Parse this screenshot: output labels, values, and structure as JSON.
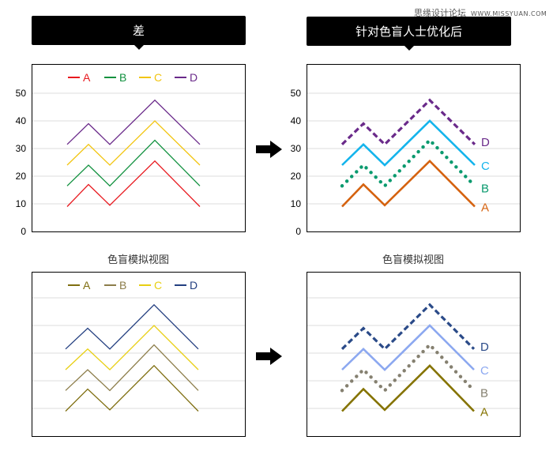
{
  "banners": {
    "left": "差",
    "right": "针对色盲人士优化后"
  },
  "watermark": {
    "site_name": "思缘设计论坛",
    "url": "WWW.MISSYUAN.COM"
  },
  "subtitles": {
    "bottom_left": "色盲模拟视图",
    "bottom_right": "色盲模拟视图"
  },
  "arrows": [
    "right-arrow",
    "right-arrow"
  ],
  "chart_data": [
    {
      "id": "top-left",
      "type": "line",
      "title": "差",
      "x": [
        1,
        2,
        3,
        4,
        5
      ],
      "ylim": [
        0,
        50
      ],
      "yticks": [
        0,
        10,
        20,
        30,
        40,
        50
      ],
      "grid": true,
      "legend_position": "top",
      "series": [
        {
          "name": "A",
          "color": "#e8191f",
          "style": "solid",
          "values": [
            9,
            17,
            9.5,
            25.5,
            9
          ]
        },
        {
          "name": "B",
          "color": "#11913f",
          "style": "solid",
          "values": [
            16.5,
            24,
            16.5,
            33,
            16.5
          ]
        },
        {
          "name": "C",
          "color": "#f2c511",
          "style": "solid",
          "values": [
            24,
            31.5,
            24,
            40,
            24
          ]
        },
        {
          "name": "D",
          "color": "#6a2a8a",
          "style": "solid",
          "values": [
            31.5,
            39,
            31.5,
            47.5,
            31.5
          ]
        }
      ]
    },
    {
      "id": "top-right",
      "type": "line",
      "title": "针对色盲人士优化后",
      "x": [
        1,
        2,
        3,
        4,
        5
      ],
      "ylim": [
        0,
        50
      ],
      "yticks": [
        0,
        10,
        20,
        30,
        40,
        50
      ],
      "grid": true,
      "legend_position": "direct-labels-right",
      "series": [
        {
          "name": "A",
          "color": "#d5620f",
          "style": "solid",
          "values": [
            9,
            17,
            9.5,
            25.5,
            9
          ]
        },
        {
          "name": "B",
          "color": "#0a9a6e",
          "style": "dotted",
          "values": [
            16.5,
            24,
            16.5,
            33,
            16.5
          ]
        },
        {
          "name": "C",
          "color": "#14b4ec",
          "style": "solid",
          "values": [
            24,
            31.5,
            24,
            40,
            24
          ]
        },
        {
          "name": "D",
          "color": "#6a2a8a",
          "style": "dashed",
          "values": [
            31.5,
            39,
            31.5,
            47.5,
            31.5
          ]
        }
      ]
    },
    {
      "id": "bottom-left",
      "type": "line",
      "title": "色盲模拟视图",
      "x": [
        1,
        2,
        3,
        4,
        5
      ],
      "ylim": [
        0,
        50
      ],
      "grid": true,
      "legend_position": "top",
      "series": [
        {
          "name": "A",
          "color": "#7f6e10",
          "style": "solid",
          "values": [
            9,
            17,
            9.5,
            25.5,
            9
          ]
        },
        {
          "name": "B",
          "color": "#8c7d4a",
          "style": "solid",
          "values": [
            16.5,
            24,
            16.5,
            33,
            16.5
          ]
        },
        {
          "name": "C",
          "color": "#e8cf12",
          "style": "solid",
          "values": [
            24,
            31.5,
            24,
            40,
            24
          ]
        },
        {
          "name": "D",
          "color": "#233f80",
          "style": "solid",
          "values": [
            31.5,
            39,
            31.5,
            47.5,
            31.5
          ]
        }
      ]
    },
    {
      "id": "bottom-right",
      "type": "line",
      "title": "色盲模拟视图",
      "x": [
        1,
        2,
        3,
        4,
        5
      ],
      "ylim": [
        0,
        50
      ],
      "grid": true,
      "legend_position": "direct-labels-right",
      "series": [
        {
          "name": "A",
          "color": "#857300",
          "style": "solid",
          "values": [
            9,
            17,
            9.5,
            25.5,
            9
          ]
        },
        {
          "name": "B",
          "color": "#858070",
          "style": "dotted",
          "values": [
            16.5,
            24,
            16.5,
            33,
            16.5
          ]
        },
        {
          "name": "C",
          "color": "#8ca8f0",
          "style": "solid",
          "values": [
            24,
            31.5,
            24,
            40,
            24
          ]
        },
        {
          "name": "D",
          "color": "#2a4a88",
          "style": "dashed",
          "values": [
            31.5,
            39,
            31.5,
            47.5,
            31.5
          ]
        }
      ]
    }
  ]
}
